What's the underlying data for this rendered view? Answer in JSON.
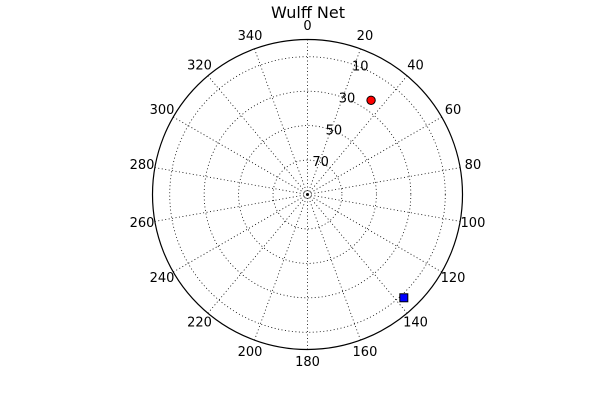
{
  "chart_data": {
    "type": "scatter",
    "projection": "polar",
    "title": "Wulff Net",
    "angle_ticks": [
      0,
      20,
      40,
      60,
      80,
      100,
      120,
      140,
      160,
      180,
      200,
      220,
      240,
      260,
      280,
      300,
      320,
      340
    ],
    "angle_labels": [
      "0",
      "20",
      "40",
      "60",
      "80",
      "100",
      "120",
      "140",
      "160",
      "180",
      "200",
      "220",
      "240",
      "260",
      "280",
      "300",
      "320",
      "340"
    ],
    "angle_direction": "clockwise",
    "angle_zero_location": "top",
    "radial_ticks": [
      10,
      30,
      50,
      70
    ],
    "radial_labels": [
      "10",
      "30",
      "50",
      "70"
    ],
    "radial_range": [
      90,
      0
    ],
    "grid": true,
    "series": [
      {
        "marker": "circle",
        "color": "#ff0000",
        "points": [
          {
            "azimuth": 34,
            "dip": 24
          }
        ]
      },
      {
        "marker": "square",
        "color": "#0000ff",
        "points": [
          {
            "azimuth": 137,
            "dip": 8
          }
        ]
      }
    ]
  }
}
